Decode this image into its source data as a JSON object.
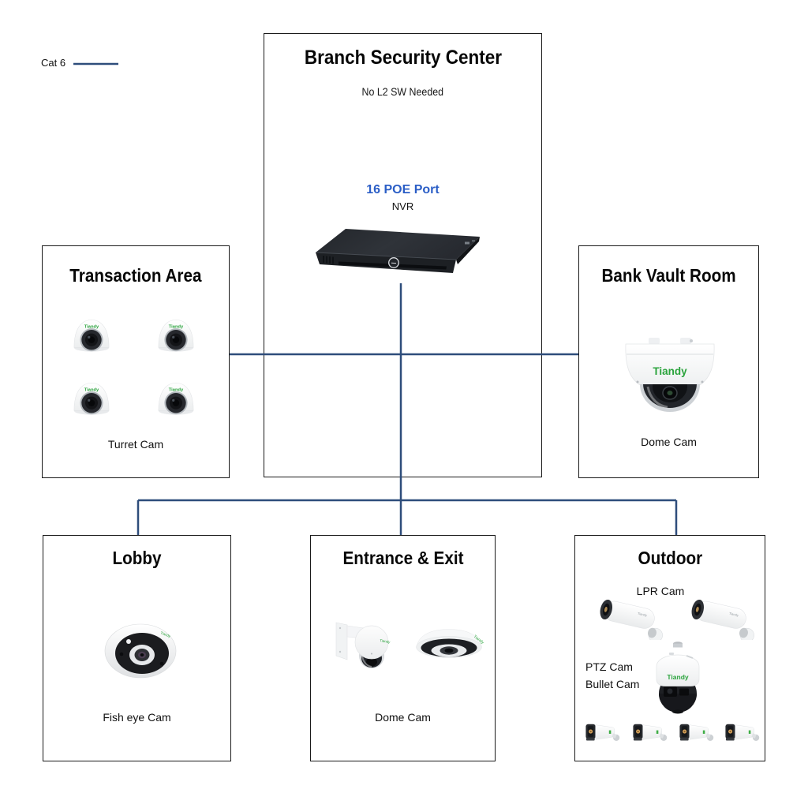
{
  "legend": {
    "cable_label": "Cat 6"
  },
  "brand": {
    "logo": "Tiandy"
  },
  "colors": {
    "connector_line": "#2e4d7b",
    "poe_label_blue": "#2b5ec6",
    "brand_green": "#2aa33c",
    "box_border": "#1a1a1a",
    "nvr_body": "#1d2024"
  },
  "nodes": {
    "center": {
      "title": "Branch Security Center",
      "subtitle": "No L2 SW Needed",
      "port_label": "16 POE Port",
      "device_label": "NVR"
    },
    "transaction": {
      "title": "Transaction Area",
      "camera_label": "Turret Cam",
      "camera_count": 4
    },
    "vault": {
      "title": "Bank Vault Room",
      "camera_label": "Dome Cam"
    },
    "lobby": {
      "title": "Lobby",
      "camera_label": "Fish eye Cam"
    },
    "entrance": {
      "title": "Entrance & Exit",
      "camera_label": "Dome Cam"
    },
    "outdoor": {
      "title": "Outdoor",
      "lpr_label": "LPR Cam",
      "ptz_label": "PTZ Cam",
      "bullet_label": "Bullet Cam",
      "lpr_count": 2,
      "bullet_count": 4
    }
  }
}
